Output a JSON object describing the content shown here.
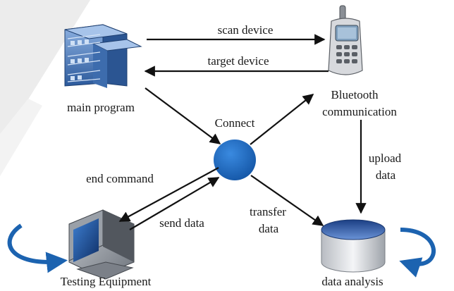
{
  "nodes": {
    "main_program": "main program",
    "bluetooth_line1": "Bluetooth",
    "bluetooth_line2": "communication",
    "connect": "Connect",
    "testing_equipment": "Testing Equipment",
    "data_analysis": "data analysis"
  },
  "edges": {
    "scan_device": "scan device",
    "target_device": "target device",
    "end_command": "end command",
    "send_data": "send data",
    "transfer_line1": "transfer",
    "transfer_line2": "data",
    "upload_line1": "upload",
    "upload_line2": "data"
  },
  "colors": {
    "hub": "#1f6fc4",
    "server": "#4a7fc0",
    "cycle_arrow": "#1c63b0",
    "cylinder_top": "#3d6ab8",
    "watermark": "#e8e8e8"
  }
}
